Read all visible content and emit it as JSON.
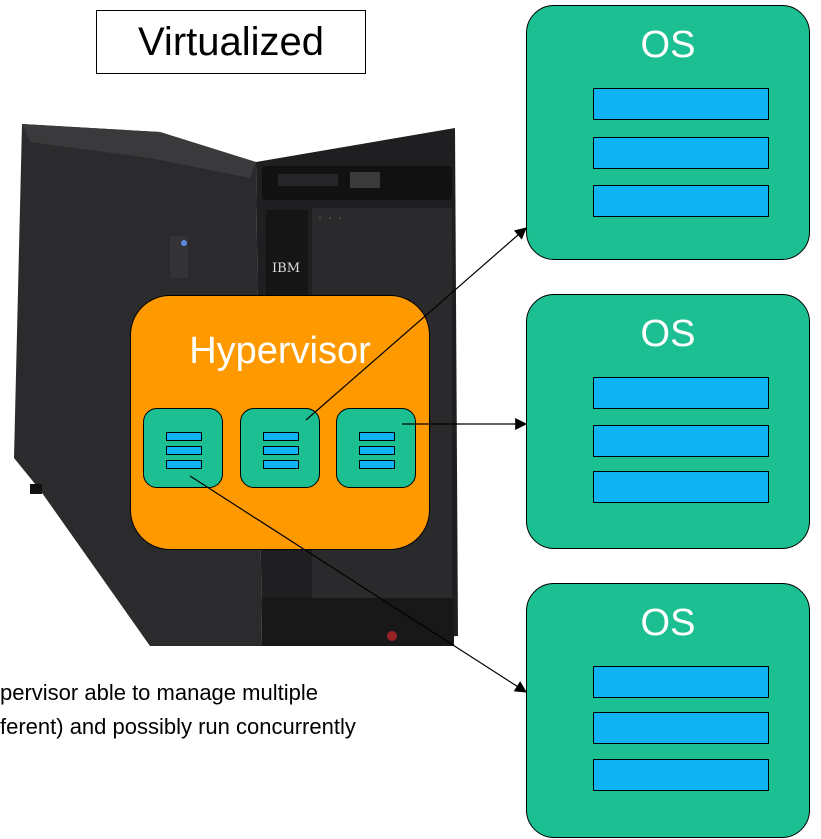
{
  "title": "Virtualized",
  "hypervisor": {
    "label": "Hypervisor"
  },
  "server_logo": "IBM",
  "os_boxes": [
    {
      "label": "OS"
    },
    {
      "label": "OS"
    },
    {
      "label": "OS"
    }
  ],
  "caption": {
    "line1": "pervisor able to manage multiple",
    "line2": "ferent) and possibly run concurrently"
  },
  "colors": {
    "hypervisor": "#ff9900",
    "vm_green": "#1bbf91",
    "bar_blue": "#10b4f4"
  }
}
